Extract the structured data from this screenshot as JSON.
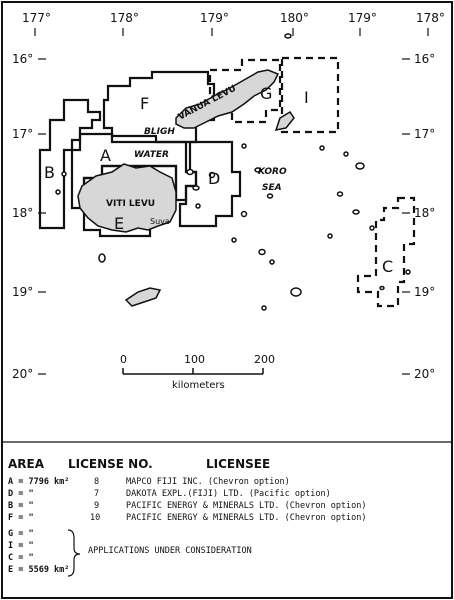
{
  "map": {
    "top_longitudes": [
      "177°",
      "178°",
      "179°",
      "180°",
      "179°",
      "178°"
    ],
    "left_latitudes": [
      "16°",
      "17°",
      "18°",
      "19°",
      "20°"
    ],
    "right_latitudes": [
      "16°",
      "17°",
      "18°",
      "19°",
      "20°"
    ],
    "area_letters": [
      "A",
      "B",
      "C",
      "D",
      "E",
      "F",
      "G",
      "I"
    ],
    "place_names": {
      "vanua_levu": "VANUA LEVU",
      "viti_levu": "VITI LEVU",
      "bligh": "BLIGH",
      "water": "WATER",
      "koro": "KORO",
      "sea": "SEA",
      "suva": "Suva"
    },
    "scale": {
      "ticks": [
        "0",
        "100",
        "200"
      ],
      "unit": "kilometers"
    }
  },
  "legend": {
    "headers": [
      "AREA",
      "LICENSE NO.",
      "LICENSEE"
    ],
    "rows": [
      {
        "area": "A = 7796 km²",
        "license": "8",
        "licensee": "MAPCO FIJI INC. (Chevron option)"
      },
      {
        "area": "D =   \"",
        "license": "7",
        "licensee": "DAKOTA EXPL.(FIJI) LTD. (Pacific option)"
      },
      {
        "area": "B =   \"",
        "license": "9",
        "licensee": "PACIFIC ENERGY & MINERALS LTD. (Chevron option)"
      },
      {
        "area": "F =   \"",
        "license": "10",
        "licensee": "PACIFIC ENERGY & MINERALS LTD. (Chevron option)"
      }
    ],
    "pending_areas": [
      "G =   \"",
      "I =   \"",
      "C =   \"",
      "E = 5569 km²"
    ],
    "pending_note": "APPLICATIONS UNDER CONSIDERATION"
  }
}
